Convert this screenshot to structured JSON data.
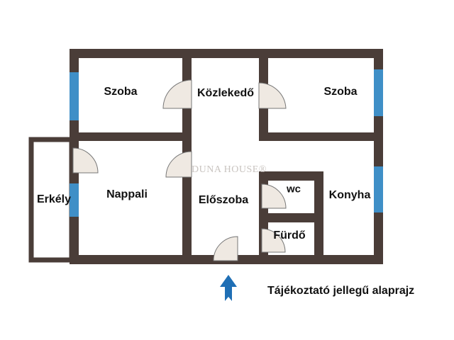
{
  "rooms": {
    "szoba_left": "Szoba",
    "kozlekedo": "Közlekedő",
    "szoba_right": "Szoba",
    "nappali": "Nappali",
    "eloszoba": "Előszoba",
    "wc": "wc",
    "konyha": "Konyha",
    "furdo": "Fürdő",
    "erkely": "Erkély"
  },
  "watermark": "DUNA HOUSE®",
  "note": "Tájékoztató jellegű alaprajz",
  "colors": {
    "wall": "#4a3d38",
    "window": "#3f8fc7",
    "door": "#d9d2c8",
    "arrow": "#1f6fb5"
  }
}
